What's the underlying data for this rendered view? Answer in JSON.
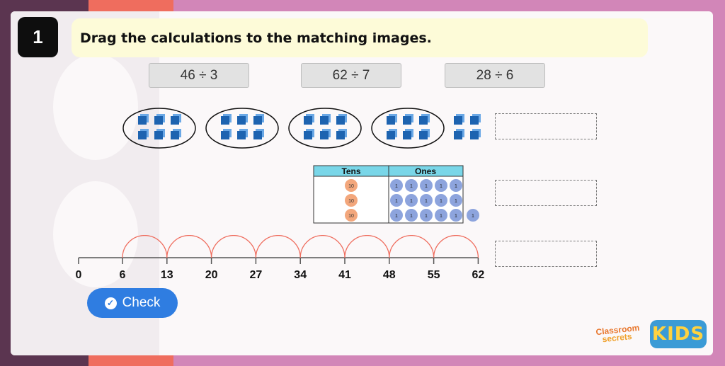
{
  "question": {
    "number": "1",
    "instruction": "Drag the calculations to the matching images."
  },
  "calculations": [
    "46 ÷ 3",
    "62 ÷ 7",
    "28 ÷ 6"
  ],
  "image1": {
    "groups": 4,
    "cubes_per_group": 6,
    "remainder_cubes": 4
  },
  "place_value": {
    "headers": {
      "tens": "Tens",
      "ones": "Ones"
    },
    "tens_label": "10",
    "tens_counters": 3,
    "ones_label": "1",
    "ones_per_row": 5,
    "ones_rows": 3,
    "extra_ones": 1
  },
  "number_line": {
    "ticks": [
      "0",
      "6",
      "13",
      "20",
      "27",
      "34",
      "41",
      "48",
      "55",
      "62"
    ],
    "jump": 7
  },
  "check_button": {
    "label": "Check"
  },
  "logos": {
    "classroom": "Classroom",
    "secrets": "secrets",
    "kids": "KIDS"
  },
  "colors": {
    "cube": "#1d63b0",
    "ten_counter": "#f3a77c",
    "one_counter": "#8da4dd",
    "table_header": "#79d6e8",
    "arc": "#ef6d5e",
    "button": "#2f7de1"
  }
}
